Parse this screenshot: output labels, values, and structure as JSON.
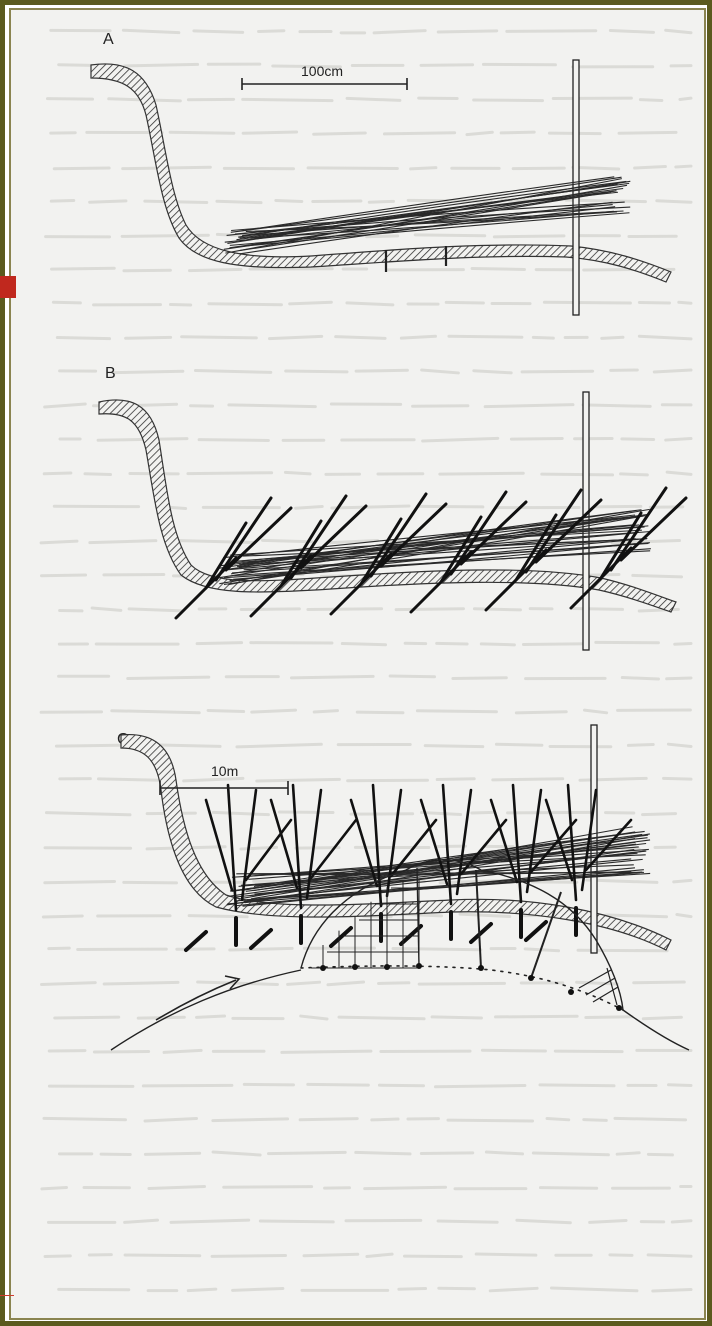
{
  "panels": [
    {
      "label": "A",
      "scale": "100cm"
    },
    {
      "label": "B"
    },
    {
      "label": "C"
    }
  ],
  "plan": {
    "scale": "10m"
  },
  "colors": {
    "frame": "#5b5a1e",
    "paper": "#f2f2f0",
    "ink": "#222222",
    "marker": "#c0281e"
  }
}
